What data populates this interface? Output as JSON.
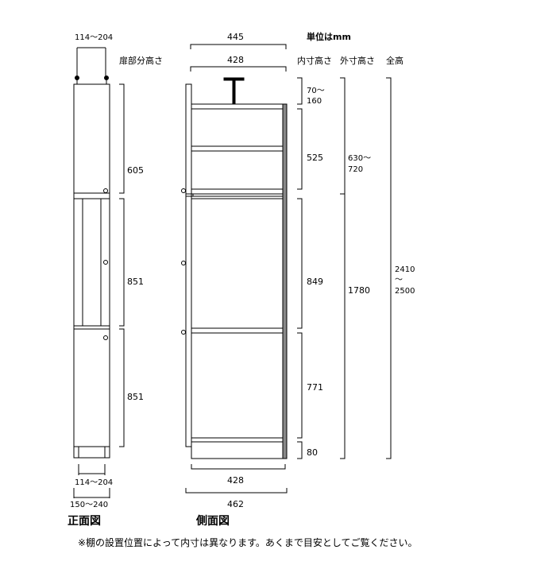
{
  "units": "単位はmm",
  "headers": {
    "door_height": "扉部分高さ",
    "inner_height": "内寸高さ",
    "outer_height": "外寸高さ",
    "total_height": "全高"
  },
  "front": {
    "title": "正面図",
    "top_width": "114〜204",
    "bottom_inner_width": "114〜204",
    "bottom_outer_width": "150〜240",
    "door_heights": [
      "605",
      "851",
      "851"
    ]
  },
  "side": {
    "title": "側面図",
    "top_outer_depth": "445",
    "top_inner_depth": "428",
    "bottom_inner_depth": "428",
    "bottom_outer_depth": "462",
    "inner_heights": {
      "top_gap_a": "70〜",
      "top_gap_b": "160",
      "upper": "525",
      "middle": "849",
      "lower": "771",
      "base": "80"
    },
    "outer_heights": {
      "upper_a": "630〜",
      "upper_b": "720",
      "lower": "1780"
    },
    "total": {
      "a": "2410",
      "b": "〜",
      "c": "2500"
    }
  },
  "note": "※棚の設置位置によって内寸は異なります。あくまで目安としてご覧ください。"
}
